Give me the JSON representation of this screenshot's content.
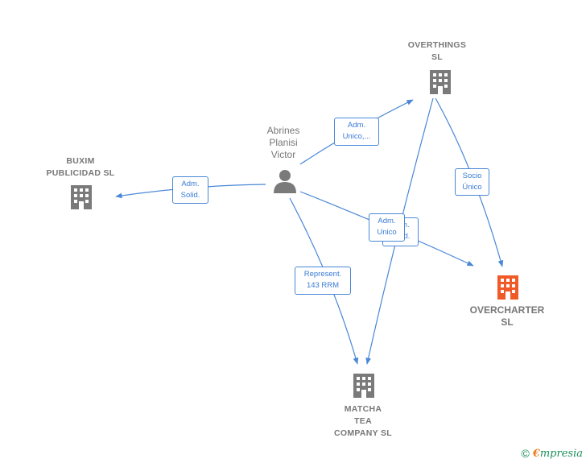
{
  "colors": {
    "edge": "#4a87d6",
    "company_icon": "#7a7a7a",
    "highlight_icon": "#f05a28",
    "label_text": "#777777"
  },
  "nodes": {
    "overthings": {
      "label": "OVERTHINGS\nSL",
      "icon": "building-icon"
    },
    "abrines": {
      "label": "Abrines\nPlanisi\nVictor",
      "icon": "person-icon"
    },
    "buxim": {
      "label": "BUXIM\nPUBLICIDAD SL",
      "icon": "building-icon"
    },
    "overcharter": {
      "label": "OVERCHARTER\nSL",
      "icon": "building-icon"
    },
    "matcha": {
      "label": "MATCHA\nTEA\nCOMPANY  SL",
      "icon": "building-icon"
    }
  },
  "edges": {
    "adm_unico_overthings": "Adm.\nUnico,...",
    "adm_solid_buxim": "Adm.\nSolid.",
    "socio_unico": "Socio\nÚnico",
    "adm_solid_overcharter": "Adm.\nSolid.",
    "adm_unico_matcha": "Adm.\nUnico",
    "represent": "Represent.\n143 RRM"
  },
  "footer": {
    "copyright": "©",
    "brand_first": "€",
    "brand_rest": "mpresia"
  }
}
